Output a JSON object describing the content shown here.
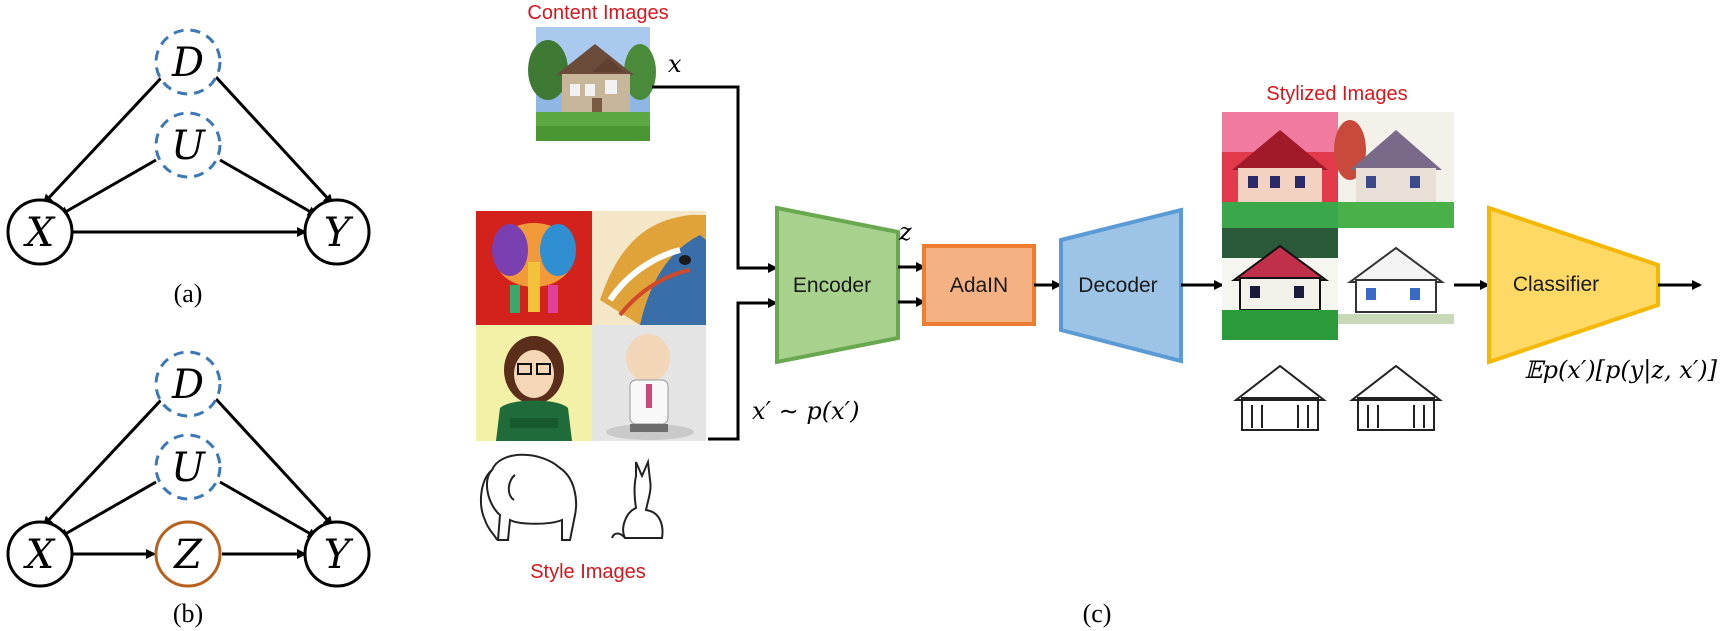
{
  "colors": {
    "red_label": "#d9161c",
    "dashed_node": "#3c78b5",
    "z_node": "#b8611f",
    "encoder_fill": "#a9d18e",
    "encoder_stroke": "#6aa84f",
    "adain_fill": "#f4b183",
    "adain_stroke": "#ed7d31",
    "decoder_fill": "#9dc3e6",
    "decoder_stroke": "#5b9bd5",
    "classifier_fill": "#ffd966",
    "classifier_stroke": "#f4b800"
  },
  "graph_a": {
    "nodes": {
      "d": "D",
      "u": "U",
      "x": "X",
      "y": "Y"
    },
    "caption": "(a)"
  },
  "graph_b": {
    "nodes": {
      "d": "D",
      "u": "U",
      "x": "X",
      "z": "Z",
      "y": "Y"
    },
    "caption": "(b)"
  },
  "pipeline": {
    "content_label": "Content Images",
    "style_label": "Style Images",
    "stylized_label": "Stylized Images",
    "x_label": "x",
    "z_label": "z",
    "xprime_label": "x′ ∼ p(x′)",
    "encoder": "Encoder",
    "adain": "AdaIN",
    "decoder": "Decoder",
    "classifier": "Classifier",
    "expectation": "𝔼p(x′)[p(y|z, x′)]",
    "caption": "(c)"
  }
}
